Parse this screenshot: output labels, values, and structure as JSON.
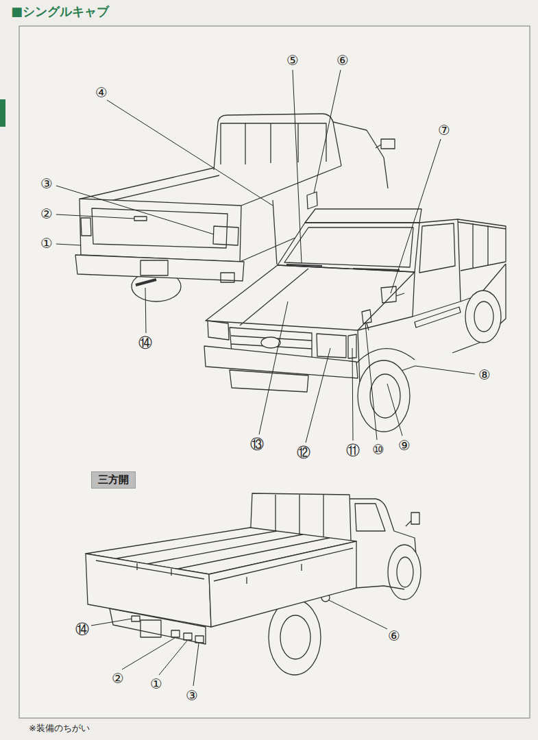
{
  "diagram": {
    "title": "■シングルキャブ",
    "nodes": [
      {
        "text": [
          "三方開"
        ]
      }
    ],
    "labels": [
      "⑤",
      "⑥",
      "④",
      "⑦",
      "③",
      "②",
      "①",
      "⑧",
      "⑭",
      "⑬",
      "⑫",
      "⑪",
      "⑩",
      "⑨",
      "⑭",
      "②",
      "①",
      "③",
      "⑥",
      "※装備のちがい"
    ]
  }
}
